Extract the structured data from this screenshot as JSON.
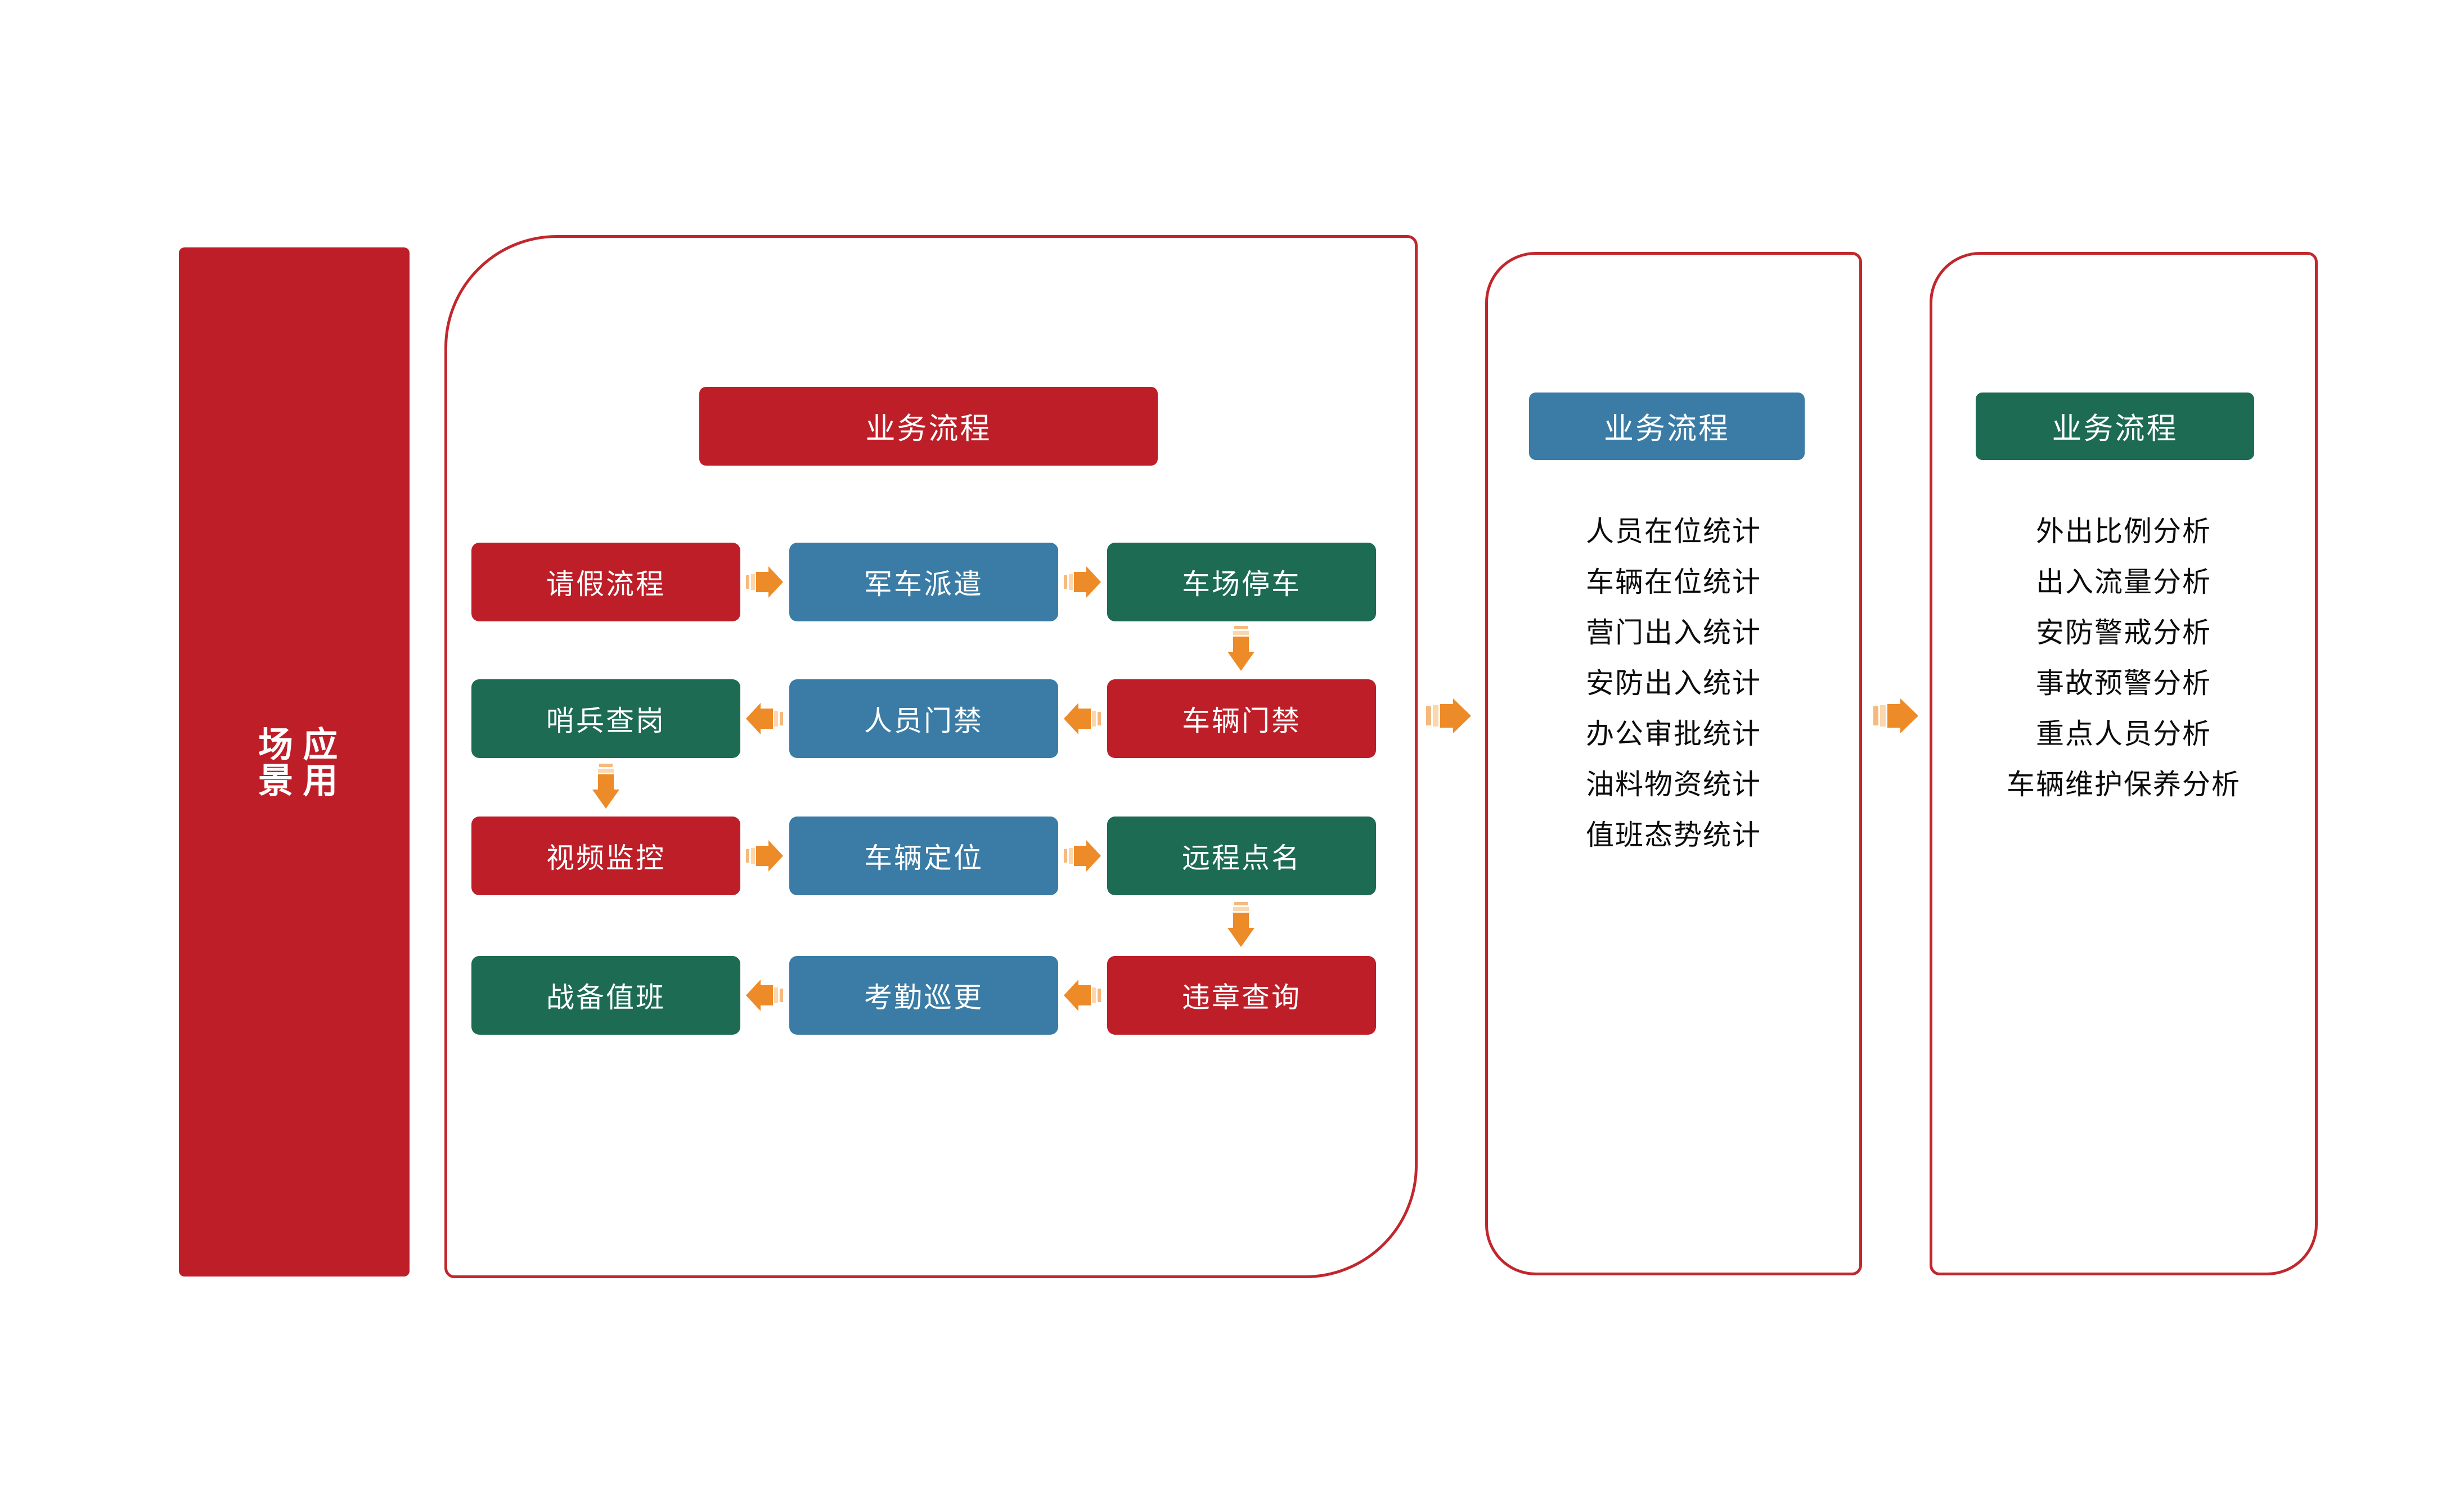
{
  "banner": {
    "label": "应用\n场景",
    "color": "#BE1E28"
  },
  "palette": {
    "red": "#BE1E28",
    "blue": "#3A7CA5",
    "green": "#1C6B52",
    "arrow_orange": "#ED8B28",
    "panel_outline": "#C1272D",
    "text_dark": "#0c0c0c"
  },
  "panel_flow": {
    "header": "业务流程",
    "rows": [
      [
        {
          "label": "请假流程",
          "color": "red"
        },
        {
          "label": "军车派遣",
          "color": "blue"
        },
        {
          "label": "车场停车",
          "color": "green"
        }
      ],
      [
        {
          "label": "哨兵查岗",
          "color": "green"
        },
        {
          "label": "人员门禁",
          "color": "blue"
        },
        {
          "label": "车辆门禁",
          "color": "red"
        }
      ],
      [
        {
          "label": "视频监控",
          "color": "red"
        },
        {
          "label": "车辆定位",
          "color": "blue"
        },
        {
          "label": "远程点名",
          "color": "green"
        }
      ],
      [
        {
          "label": "战备值班",
          "color": "green"
        },
        {
          "label": "考勤巡更",
          "color": "blue"
        },
        {
          "label": "违章查询",
          "color": "red"
        }
      ]
    ]
  },
  "panel_stats": {
    "header": "业务流程",
    "items": [
      "人员在位统计",
      "车辆在位统计",
      "营门出入统计",
      "安防出入统计",
      "办公审批统计",
      "油料物资统计",
      "值班态势统计"
    ]
  },
  "panel_analysis": {
    "header": "业务流程",
    "items": [
      "外出比例分析",
      "出入流量分析",
      "安防警戒分析",
      "事故预警分析",
      "重点人员分析",
      "车辆维护保养分析"
    ]
  }
}
